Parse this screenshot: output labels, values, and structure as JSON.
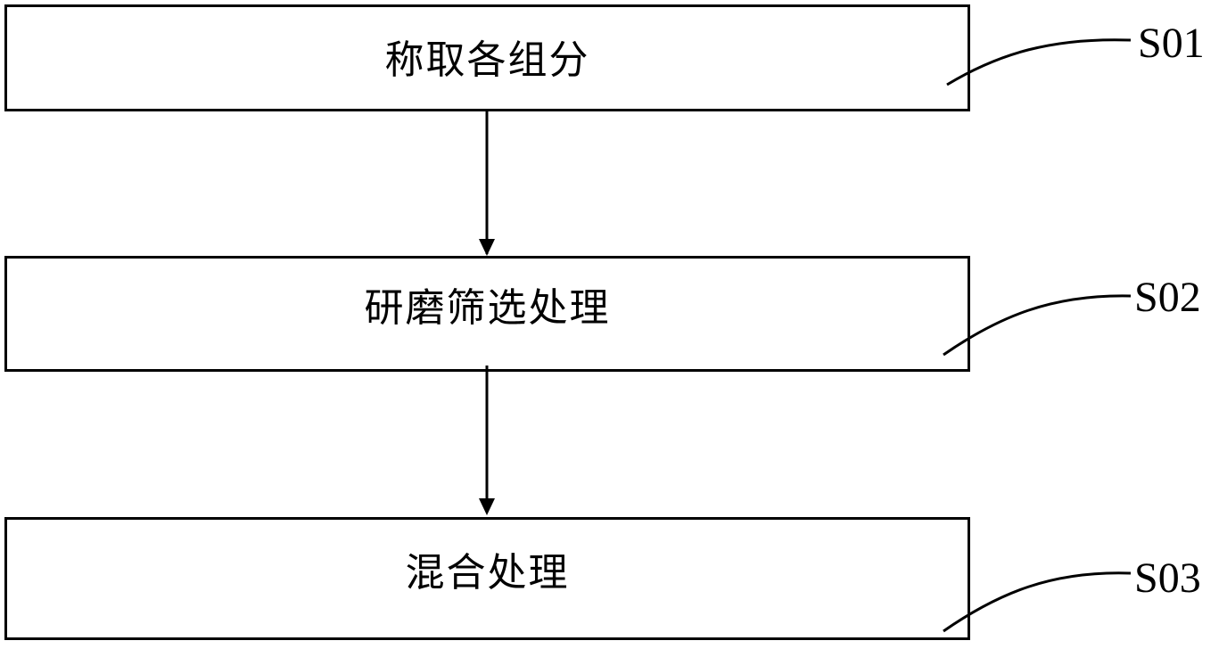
{
  "steps": [
    {
      "id": "S01",
      "text": "称取各组分"
    },
    {
      "id": "S02",
      "text": "研磨筛选处理"
    },
    {
      "id": "S03",
      "text": "混合处理"
    }
  ],
  "colors": {
    "stroke": "#000000",
    "background": "#ffffff"
  }
}
